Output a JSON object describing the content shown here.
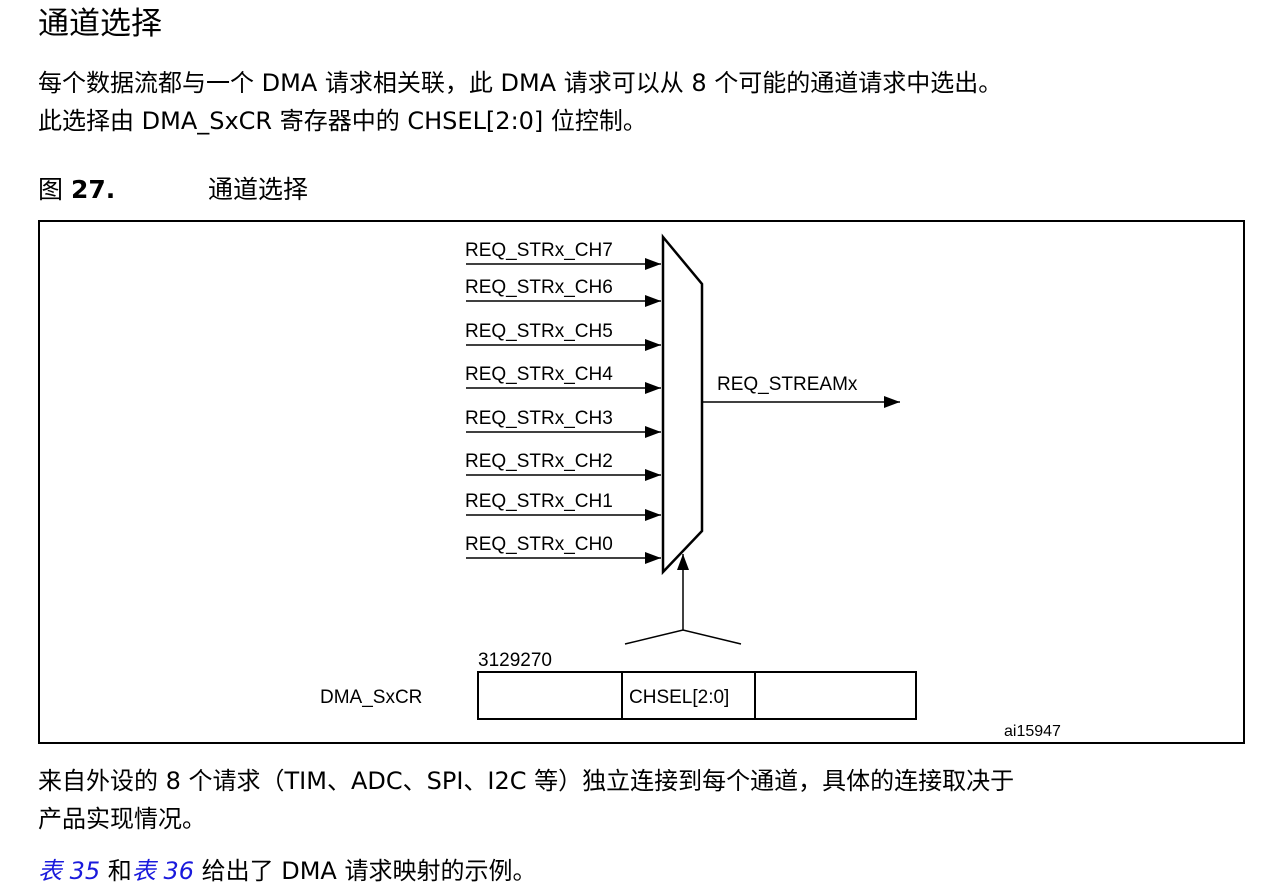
{
  "section_title": "通道选择",
  "intro": {
    "line1": "每个数据流都与一个 DMA 请求相关联，此 DMA 请求可以从 8 个可能的通道请求中选出。",
    "line2": "此选择由 DMA_SxCR 寄存器中的 CHSEL[2:0] 位控制。"
  },
  "figure": {
    "number_prefix": "图",
    "number": "27.",
    "title": "通道选择",
    "inputs": [
      "REQ_STRx_CH7",
      "REQ_STRx_CH6",
      "REQ_STRx_CH5",
      "REQ_STRx_CH4",
      "REQ_STRx_CH3",
      "REQ_STRx_CH2",
      "REQ_STRx_CH1",
      "REQ_STRx_CH0"
    ],
    "output": "REQ_STREAMx",
    "register_name": "DMA_SxCR",
    "bit_positions": "3129270",
    "field": "CHSEL[2:0]",
    "figure_id": "ai15947"
  },
  "body": {
    "line1": "来自外设的 8 个请求（TIM、ADC、SPI、I2C 等）独立连接到每个通道，具体的连接取决于",
    "line2": "产品实现情况。"
  },
  "refs": {
    "table1": "表 35",
    "connector": " 和",
    "table2": "表 36",
    "tail": " 给出了 DMA 请求映射的示例。"
  }
}
